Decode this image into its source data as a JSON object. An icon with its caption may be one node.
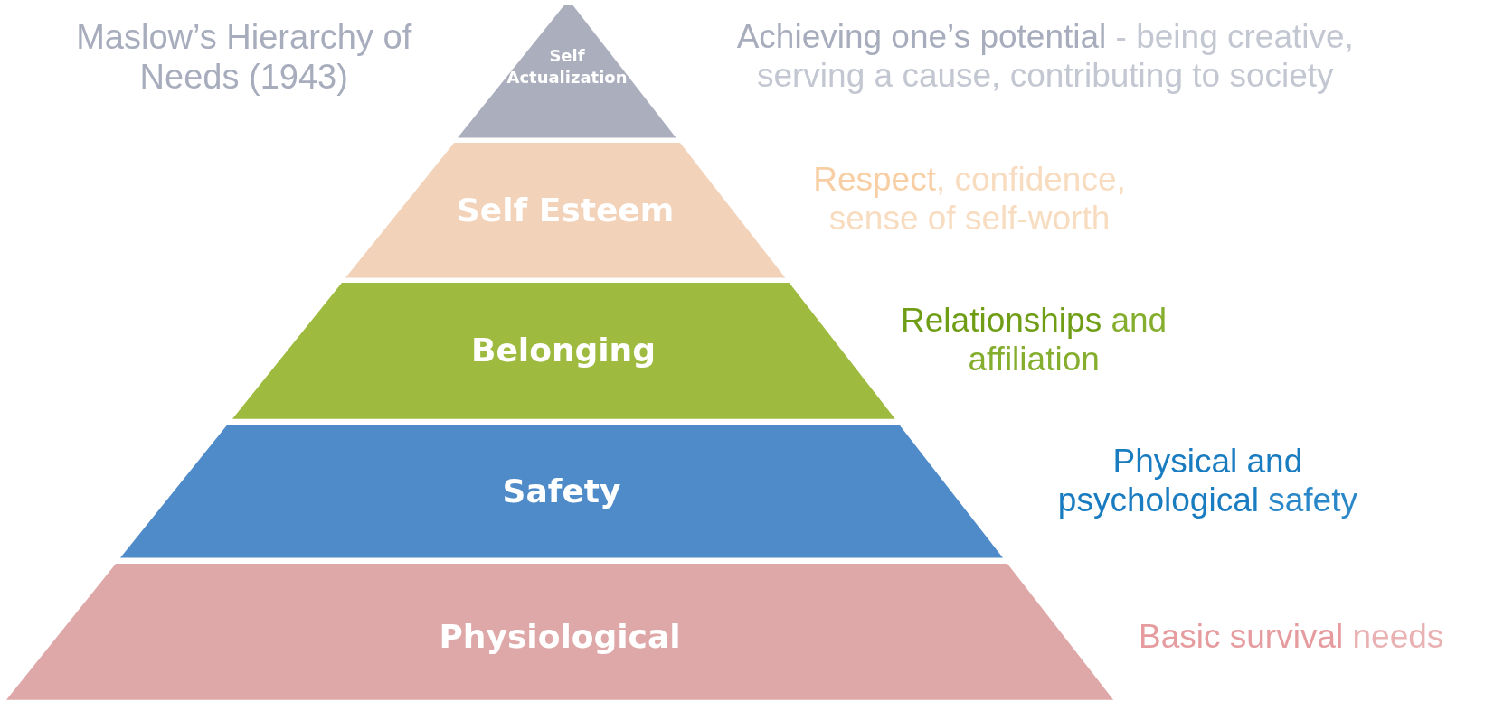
{
  "diagram": {
    "title": "Maslow’s Hierarchy of Needs (1943)",
    "nodes": [
      {
        "text": [
          "Self Actualization"
        ],
        "beside": [
          "**Achieving one’s potential** - being creative, serving a cause, contributing to society"
        ]
      },
      {
        "text": [
          "Self Esteem"
        ],
        "beside": [
          "**Respect**, confidence, sense of self-worth"
        ]
      },
      {
        "text": [
          "Belonging"
        ],
        "beside": [
          "**Relationships** and affiliation"
        ]
      },
      {
        "text": [
          "Safety"
        ],
        "beside": [
          "**Physical and psychological** safety"
        ]
      },
      {
        "text": [
          "Physiological"
        ],
        "beside": [
          "**Basic survival** needs"
        ]
      }
    ],
    "edges": []
  }
}
